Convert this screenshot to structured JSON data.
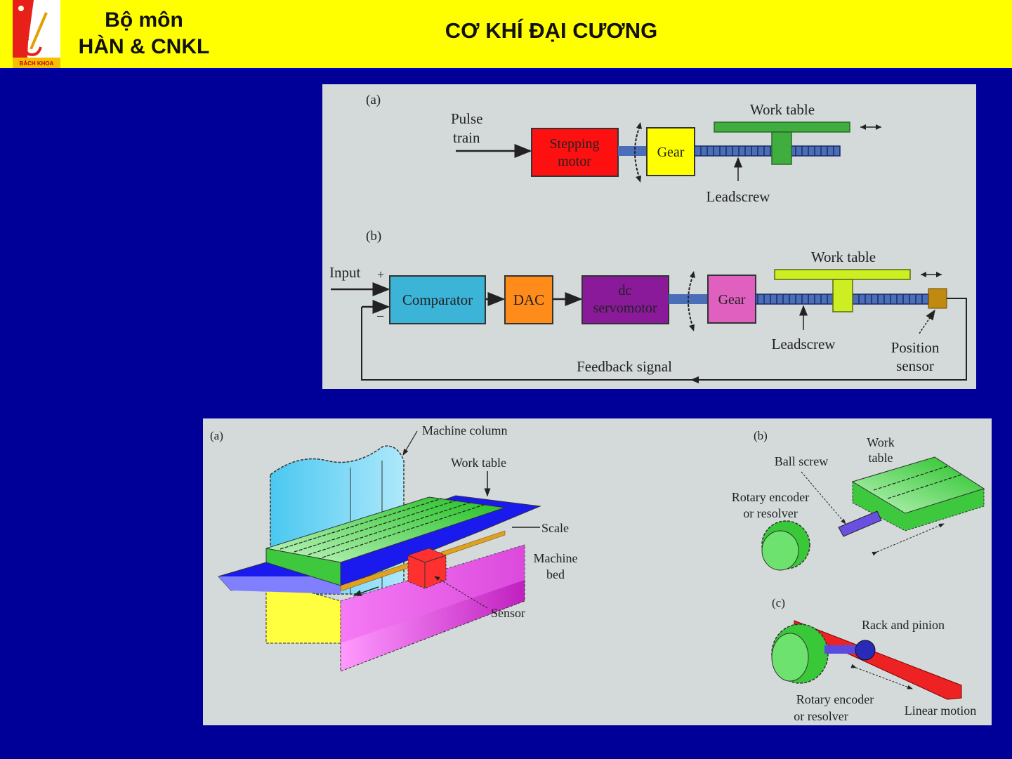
{
  "header": {
    "logo_text": "BÁCH KHOA",
    "department_line1": "Bộ môn",
    "department_line2": "HÀN & CNKL",
    "course_title": "CƠ KHÍ ĐẠI CƯƠNG"
  },
  "colors": {
    "background": "#000099",
    "header": "#ffff00",
    "panel": "#d4d9d9"
  },
  "top_figure": {
    "a": {
      "tag": "(a)",
      "input_label_1": "Pulse",
      "input_label_2": "train",
      "motor_label_1": "Stepping",
      "motor_label_2": "motor",
      "gear_label": "Gear",
      "worktable_label": "Work table",
      "leadscrew_label": "Leadscrew"
    },
    "b": {
      "tag": "(b)",
      "input_label": "Input",
      "plus": "+",
      "minus": "−",
      "comparator_label": "Comparator",
      "dac_label": "DAC",
      "servo_label_1": "dc",
      "servo_label_2": "servomotor",
      "gear_label": "Gear",
      "worktable_label": "Work table",
      "leadscrew_label": "Leadscrew",
      "sensor_label_1": "Position",
      "sensor_label_2": "sensor",
      "feedback_label": "Feedback signal"
    }
  },
  "bottom_figure": {
    "a": {
      "tag": "(a)",
      "column_label": "Machine column",
      "worktable_label": "Work table",
      "scale_label": "Scale",
      "bed_label_1": "Machine",
      "bed_label_2": "bed",
      "sensor_label": "Sensor"
    },
    "b": {
      "tag": "(b)",
      "worktable_label_1": "Work",
      "worktable_label_2": "table",
      "ballscrew_label": "Ball screw",
      "encoder_label_1": "Rotary encoder",
      "encoder_label_2": "or resolver"
    },
    "c": {
      "tag": "(c)",
      "rack_label": "Rack and pinion",
      "encoder_label_1": "Rotary encoder",
      "encoder_label_2": "or resolver",
      "motion_label": "Linear motion"
    }
  }
}
